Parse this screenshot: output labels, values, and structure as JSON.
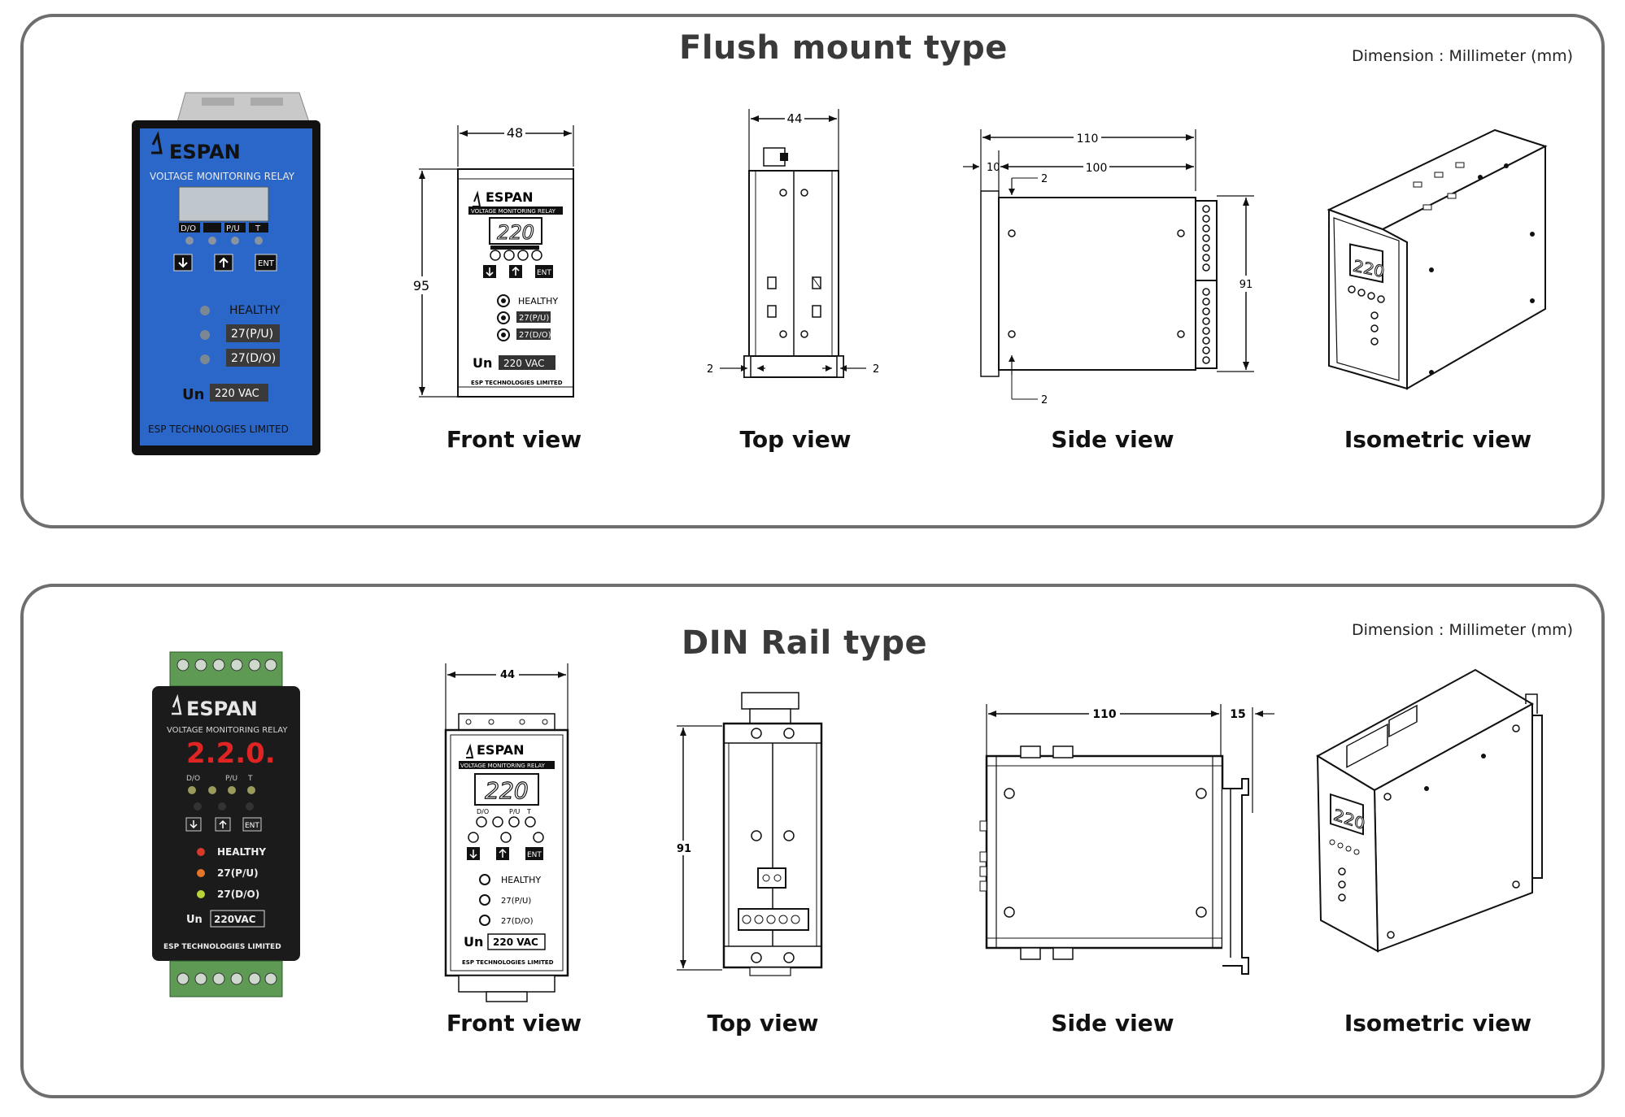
{
  "flush": {
    "title": "Flush mount type",
    "dimension_note": "Dimension : Millimeter (mm)",
    "product": {
      "brand": "ESPAN",
      "subtitle": "VOLTAGE MONITORING RELAY",
      "led_labels": [
        "D/O",
        "P/U",
        "T"
      ],
      "btn_ent": "ENT",
      "status": [
        "HEALTHY",
        "27(P/U)",
        "27(D/O)"
      ],
      "un": "Un",
      "voltage": "220 VAC",
      "maker": "ESP TECHNOLOGIES LIMITED"
    },
    "front": {
      "label": "Front view",
      "width": "48",
      "height": "95",
      "brand": "ESPAN",
      "subtitle": "VOLTAGE MONITORING RELAY",
      "display": "220",
      "btn_ent": "ENT",
      "status": [
        "HEALTHY",
        "27(P/U)",
        "27(D/O)"
      ],
      "un": "Un",
      "voltage": "220 VAC",
      "maker": "ESP TECHNOLOGIES LIMITED"
    },
    "top": {
      "label": "Top view",
      "width": "44",
      "clear_left": "2",
      "clear_right": "2"
    },
    "side": {
      "label": "Side view",
      "overall": "110",
      "body": "100",
      "bezel": "10",
      "height": "91",
      "gap_top": "2",
      "gap_bottom": "2"
    },
    "iso": {
      "label": "Isometric view",
      "display": "220"
    }
  },
  "din": {
    "title": "DIN Rail type",
    "dimension_note": "Dimension : Millimeter (mm)",
    "product": {
      "brand": "ESPAN",
      "subtitle": "VOLTAGE MONITORING RELAY",
      "display": "2.2.0.",
      "led_labels": [
        "D/O",
        "P/U",
        "T"
      ],
      "btn_ent": "ENT",
      "status": [
        "HEALTHY",
        "27(P/U)",
        "27(D/O)"
      ],
      "un": "Un",
      "voltage": "220VAC",
      "maker": "ESP TECHNOLOGIES LIMITED"
    },
    "front": {
      "label": "Front view",
      "width": "44",
      "brand": "ESPAN",
      "subtitle": "VOLTAGE MONITORING RELAY",
      "display": "220",
      "led_labels": [
        "D/O",
        "P/U",
        "T"
      ],
      "btn_ent": "ENT",
      "status": [
        "HEALTHY",
        "27(P/U)",
        "27(D/O)"
      ],
      "un": "Un",
      "voltage": "220 VAC",
      "maker": "ESP TECHNOLOGIES LIMITED"
    },
    "top": {
      "label": "Top view",
      "height": "91"
    },
    "side": {
      "label": "Side view",
      "depth": "110",
      "rail": "15"
    },
    "iso": {
      "label": "Isometric view",
      "display": "220"
    }
  },
  "colors": {
    "panel_border": "#6e6e6e",
    "relay_blue": "#2a67c9",
    "relay_black": "#1b1b1b",
    "terminal_green": "#5f9a55"
  }
}
